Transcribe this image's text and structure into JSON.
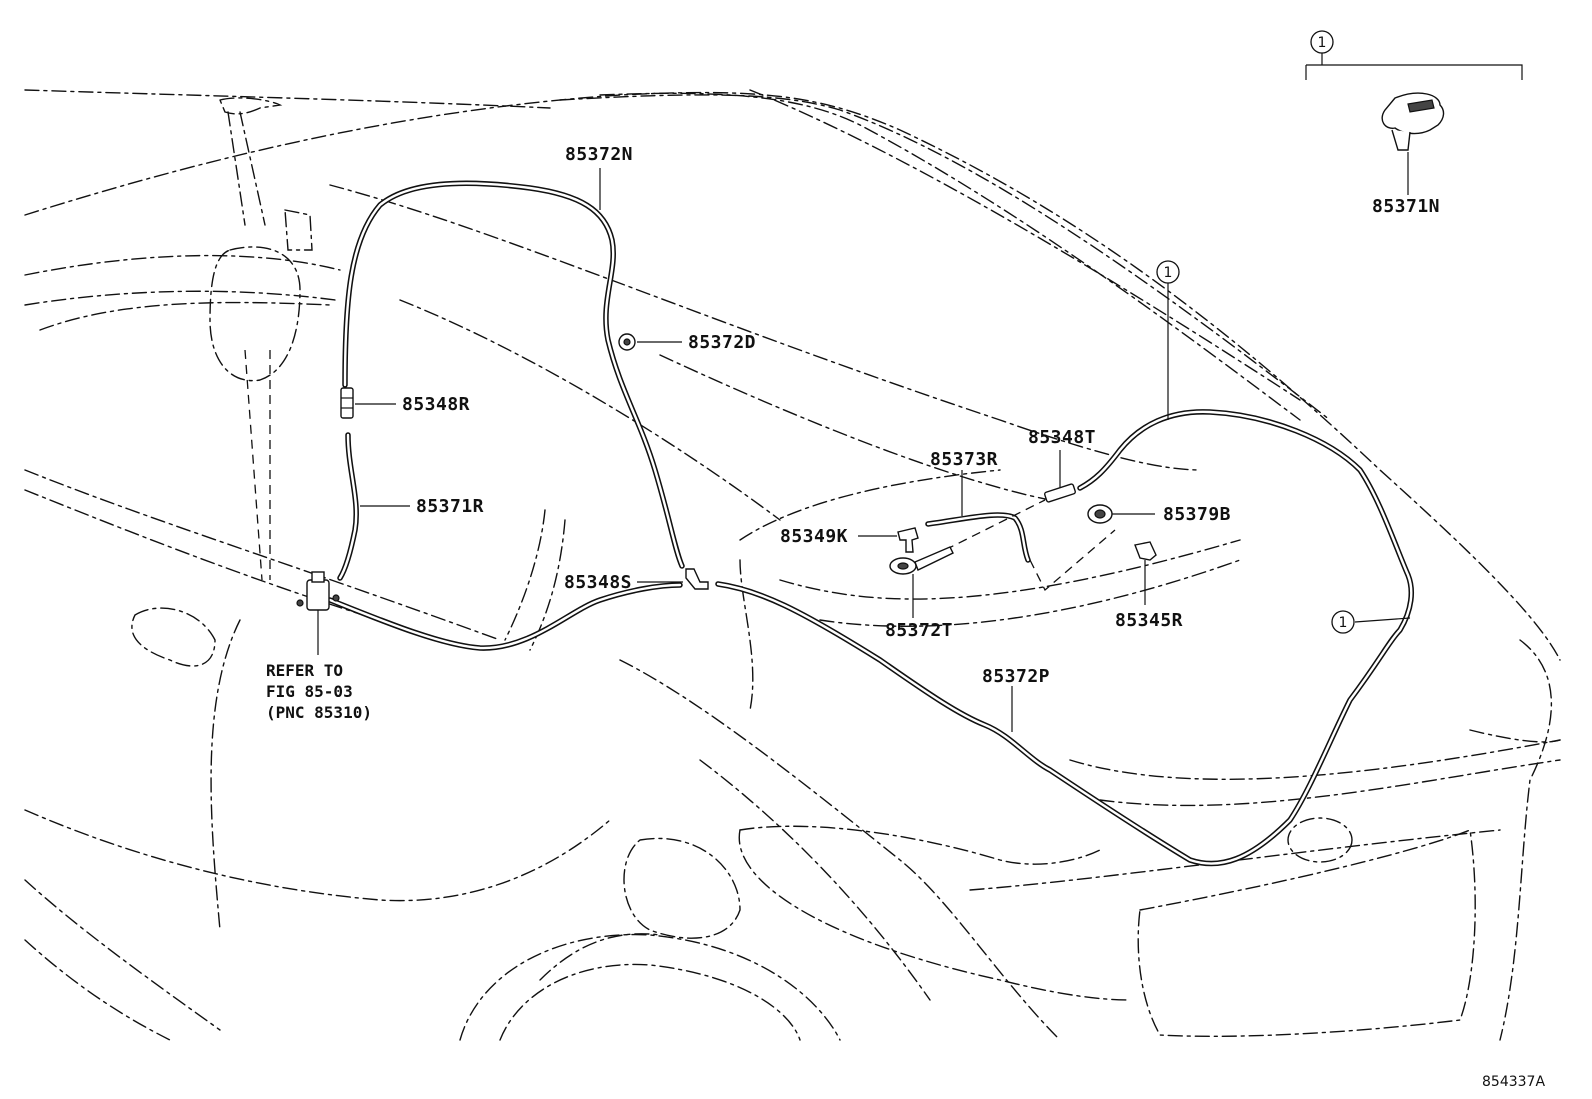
{
  "parts": {
    "p85372N": "85372N",
    "p85372D": "85372D",
    "p85348R": "85348R",
    "p85371R": "85371R",
    "p85348S": "85348S",
    "p85373R": "85373R",
    "p85348T": "85348T",
    "p85349K": "85349K",
    "p85379B": "85379B",
    "p85372T": "85372T",
    "p85345R": "85345R",
    "p85372P": "85372P",
    "p85371N": "85371N"
  },
  "reference_note": {
    "line1": "REFER TO",
    "line2": "FIG 85-03",
    "line3": "(PNC 85310)"
  },
  "callout_marker": "1",
  "figure_id": "854337A"
}
